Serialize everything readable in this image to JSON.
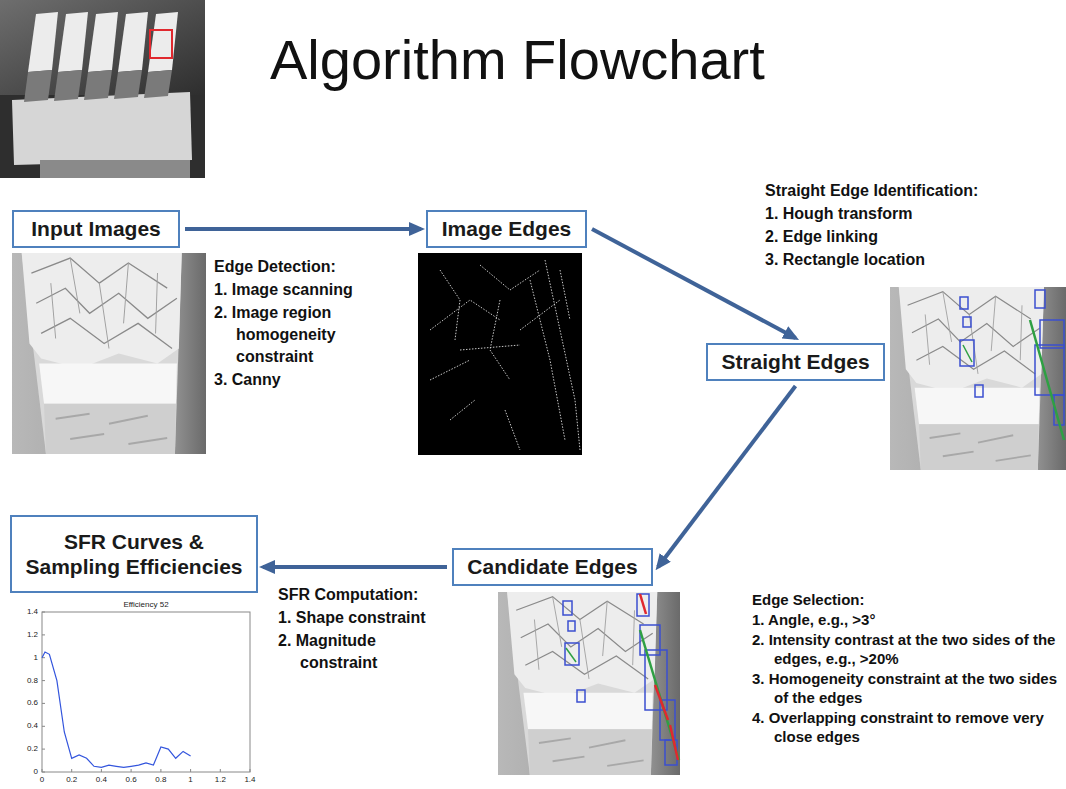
{
  "diagram": {
    "title": "Algorithm Flowchart",
    "nodes": [
      {
        "text": [
          "Input Images"
        ]
      },
      {
        "text": [
          "Image Edges"
        ]
      },
      {
        "text": [
          "Straight Edges"
        ]
      },
      {
        "text": [
          "Candidate Edges"
        ]
      },
      {
        "text": [
          "SFR Curves & Sampling Efficiencies"
        ]
      }
    ],
    "edges": [
      {
        "from": 0,
        "to": 1,
        "arrow": "to"
      },
      {
        "from": 1,
        "to": 2,
        "arrow": "to"
      },
      {
        "from": 2,
        "to": 3,
        "arrow": "to"
      },
      {
        "from": 3,
        "to": 4,
        "arrow": "to"
      }
    ],
    "labels": [
      "Edge Detection:",
      "1. Image scanning",
      "2. Image region homogeneity constraint",
      "3. Canny",
      "Straight Edge Identification:",
      "1. Hough transform",
      "2. Edge linking",
      "3. Rectangle location",
      "Edge Selection:",
      "1. Angle, e.g., >3°",
      "2. Intensity contrast at the two sides of the edges, e.g., >20%",
      "3. Homogeneity constraint at the two sides of the edges",
      "4. Overlapping constraint to remove very close edges",
      "SFR Computation:",
      "1. Shape constraint",
      "2. Magnitude constraint",
      "Efficiency 52",
      "1.4",
      "1.2",
      "1",
      "0.8",
      "0.6",
      "0.4",
      "0.2",
      "0",
      "0",
      "0.2",
      "0.4",
      "0.6",
      "0.8",
      "1",
      "1.2",
      "1.4"
    ]
  }
}
